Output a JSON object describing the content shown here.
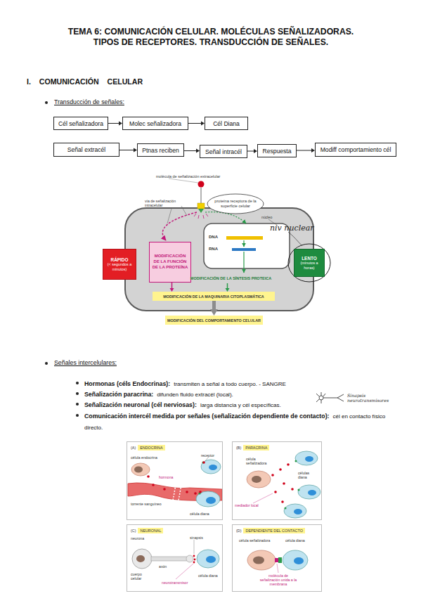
{
  "diagram": {
    "title": "TEMA 6: COMUNICACIÓN CELULAR. MOLÉCULAS SEÑALIZADORAS. TIPOS DE RECEPTORES. TRANSDUCCIÓN DE SEÑALES.",
    "nodes": [
      {
        "text": [
          "Cél señalizadora"
        ]
      },
      {
        "text": [
          "Molec señalizadora"
        ]
      },
      {
        "text": [
          "Cél Diana"
        ]
      },
      {
        "text": [
          "Señal extracél"
        ]
      },
      {
        "text": [
          "Ptnas reciben"
        ]
      },
      {
        "text": [
          "Señal intracél"
        ]
      },
      {
        "text": [
          "Respuesta"
        ]
      },
      {
        "text": [
          "Modiff comportamiento cél"
        ]
      },
      {
        "text": [
          "proteína receptora de la superficie celular"
        ]
      },
      {
        "text": [
          "RÁPIDO",
          "(< segundos a minutos)"
        ]
      },
      {
        "text": [
          "MODIFICACIÓN DE LA FUNCIÓN DE LA PROTEÍNA"
        ]
      },
      {
        "text": [
          "LENTO",
          "(minutos a horas)"
        ]
      },
      {
        "text": [
          "MODIFICACIÓN DE LA SÍNTESIS PROTEICA"
        ]
      },
      {
        "text": [
          "MODIFICACIÓN DE LA MAQUINARIA CITOPLASMÁTICA"
        ]
      },
      {
        "text": [
          "MODIFICACIÓN DEL COMPORTAMIENTO CELULAR"
        ]
      },
      {
        "text": [
          "(A)",
          "ENDOCRINA"
        ]
      },
      {
        "text": [
          "(B)",
          "PARACRINA"
        ]
      },
      {
        "text": [
          "(C)",
          "NEURONAL"
        ]
      },
      {
        "text": [
          "(D)",
          "DEPENDIENTE DEL CONTACTO"
        ]
      }
    ],
    "edges": [
      {
        "from": 0,
        "to": 1,
        "arrow": "to"
      },
      {
        "from": 1,
        "to": 2,
        "arrow": "to"
      },
      {
        "from": 3,
        "to": 4,
        "arrow": "to"
      },
      {
        "from": 4,
        "to": 5,
        "arrow": "to"
      },
      {
        "from": 5,
        "to": 6,
        "arrow": "to"
      },
      {
        "from": 6,
        "to": 7,
        "arrow": "to"
      },
      {
        "from": 10,
        "to": 13,
        "arrow": "to"
      },
      {
        "from": 12,
        "to": 13,
        "arrow": "to"
      },
      {
        "from": 13,
        "to": 14,
        "arrow": "to"
      }
    ],
    "labels": [
      "I. COMUNICACIÓN CELULAR",
      "Transducción de señales:",
      "molécula de señalización extracelular",
      "vía de señalización intracelular",
      "núcleo",
      "DNA",
      "RNA",
      "niv nuclear",
      "Señales intercelulares:",
      "Hormonas (céls Endocrinas):",
      "transmiten a señal a todo cuerpo. - SANGRE",
      "Señalización paracrina:",
      "difunden fluido extracél (local).",
      "Señalización neuronal (cél nerviosas):",
      "larga distancia y cél específicas.",
      "Sinapsis neurotransmisores",
      "Comunicación intercél medida por señales (señalización dependiente de contacto):",
      "cél en contacto físico directo.",
      "célula endocrina",
      "receptor",
      "hormona",
      "torrente sanguíneo",
      "célula diana",
      "célula señalizadora",
      "células diana",
      "mediador local",
      "neurona",
      "sinapsis",
      "axón",
      "cuerpo celular",
      "neurotransmisor",
      "célula diana",
      "célula señalizadora",
      "célula diana",
      "molécula de señalización unida a la membrana"
    ]
  }
}
